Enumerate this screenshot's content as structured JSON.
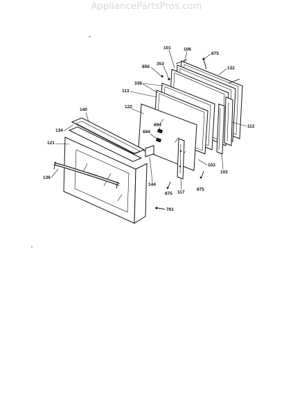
{
  "watermark": "AppliancePartsPros.com",
  "labels": {
    "p101": "101",
    "p106": "106",
    "p875_top": "875",
    "p856": "856",
    "p353": "353",
    "p132": "132",
    "p338": "338",
    "p113": "113",
    "p140": "140",
    "p122": "122",
    "p694a": "694",
    "p694b": "694",
    "p134": "134",
    "p112": "112",
    "p121": "121",
    "p103": "103",
    "p136": "136",
    "p102": "102",
    "p144": "144",
    "p875_a": "875",
    "p117": "117",
    "p875_b": "875",
    "p761": "761"
  }
}
